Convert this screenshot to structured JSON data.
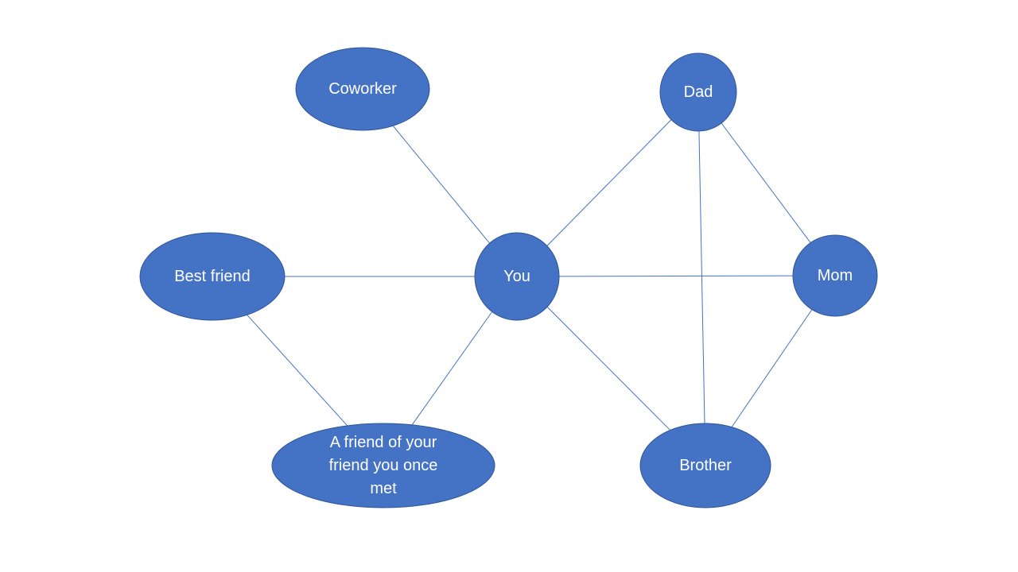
{
  "diagram": {
    "nodes": [
      {
        "id": "coworker",
        "label": [
          "Coworker"
        ]
      },
      {
        "id": "dad",
        "label": [
          "Dad"
        ]
      },
      {
        "id": "best-friend",
        "label": [
          "Best friend"
        ]
      },
      {
        "id": "you",
        "label": [
          "You"
        ]
      },
      {
        "id": "mom",
        "label": [
          "Mom"
        ]
      },
      {
        "id": "friend-of-friend",
        "label": [
          "A friend of your",
          "friend you once",
          "met"
        ]
      },
      {
        "id": "brother",
        "label": [
          "Brother"
        ]
      }
    ],
    "edges": [
      {
        "from": "coworker",
        "to": "you"
      },
      {
        "from": "best-friend",
        "to": "you"
      },
      {
        "from": "best-friend",
        "to": "friend-of-friend"
      },
      {
        "from": "friend-of-friend",
        "to": "you"
      },
      {
        "from": "you",
        "to": "dad"
      },
      {
        "from": "you",
        "to": "mom"
      },
      {
        "from": "you",
        "to": "brother"
      },
      {
        "from": "dad",
        "to": "mom"
      },
      {
        "from": "dad",
        "to": "brother"
      },
      {
        "from": "mom",
        "to": "brother"
      }
    ],
    "colors": {
      "node_fill": "#4472C4",
      "edge": "#4472C4",
      "label": "#FFFFFF"
    }
  }
}
